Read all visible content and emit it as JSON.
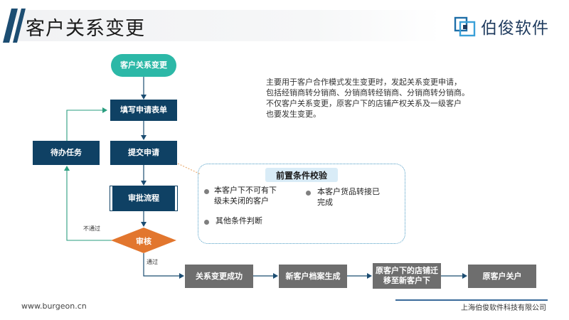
{
  "header": {
    "title": "客户关系变更",
    "company_logo": "伯俊软件"
  },
  "flow": {
    "start": "客户关系变更",
    "fill_form": "填写申请表单",
    "submit": "提交申请",
    "approval": "审批流程",
    "review": "审核",
    "todo": "待办任务",
    "fail_label": "不通过",
    "pass_label": "通过",
    "success": "关系变更成功",
    "new_archive": "新客户档案生成",
    "transfer_line1": "原客户下的店铺迁",
    "transfer_line2": "移至新客户下",
    "close_old": "原客户关户"
  },
  "description": {
    "lines": [
      "主要用于客户合作模式发生变更时，发起关系变更申请，",
      "包括经销商转分销商、分销商转经销商、分销商转分销商。",
      "不仅客户关系变更，原客户下的店铺产权关系及一级客户",
      "也要发生变更。"
    ]
  },
  "preconditions": {
    "title": "前置条件校验",
    "items": [
      {
        "line1": "本客户下不可有下",
        "line2": "级未关闭的客户"
      },
      {
        "line1": "本客户货品转接已",
        "line2": "完成"
      },
      {
        "line1": "其他条件判断",
        "line2": ""
      }
    ]
  },
  "footer": {
    "website": "www.burgeon.cn",
    "company": "上海伯俊软件科技有限公司"
  },
  "colors": {
    "navy": "#0f4164",
    "teal": "#2cb8a7",
    "orange": "#e2762e",
    "gray": "#6e6e6e",
    "brand": "#1c4d72"
  }
}
